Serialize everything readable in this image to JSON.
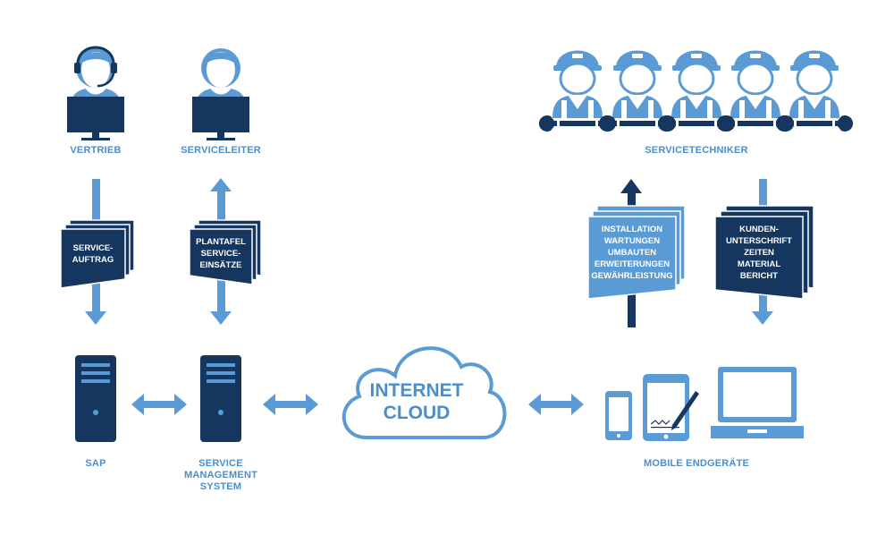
{
  "colors": {
    "navy": "#15365f",
    "blue": "#5b9bd5",
    "light": "#c7ddf1",
    "white": "#ffffff"
  },
  "roles": {
    "vertrieb": "VERTRIEB",
    "serviceleiter": "SERVICELEITER",
    "servicetechniker": "SERVICETECHNIKER"
  },
  "documents": {
    "serviceauftrag": [
      "SERVICE-",
      "AUFTRAG"
    ],
    "plantafel": [
      "PLANTAFEL",
      "SERVICE-",
      "EINSÄTZE"
    ],
    "installation": [
      "INSTALLATION",
      "WARTUNGEN",
      "UMBAUTEN",
      "ERWEITERUNGEN",
      "GEWÄHRLEISTUNG"
    ],
    "kunden": [
      "KUNDEN-",
      "UNTERSCHRIFT",
      "ZEITEN",
      "MATERIAL",
      "BERICHT"
    ]
  },
  "systems": {
    "sap": "SAP",
    "sms": [
      "SERVICE",
      "MANAGEMENT",
      "SYSTEM"
    ],
    "cloud": [
      "INTERNET",
      "CLOUD"
    ],
    "mobile": "MOBILE ENDGERÄTE"
  },
  "icons": [
    "headset-person-icon",
    "person-icon",
    "monitor-icon",
    "technician-icon",
    "wrench-icon",
    "server-tower-icon",
    "cloud-icon",
    "smartphone-icon",
    "tablet-icon",
    "stylus-icon",
    "laptop-icon",
    "arrow-down-icon",
    "arrow-up-icon",
    "double-arrow-icon"
  ]
}
